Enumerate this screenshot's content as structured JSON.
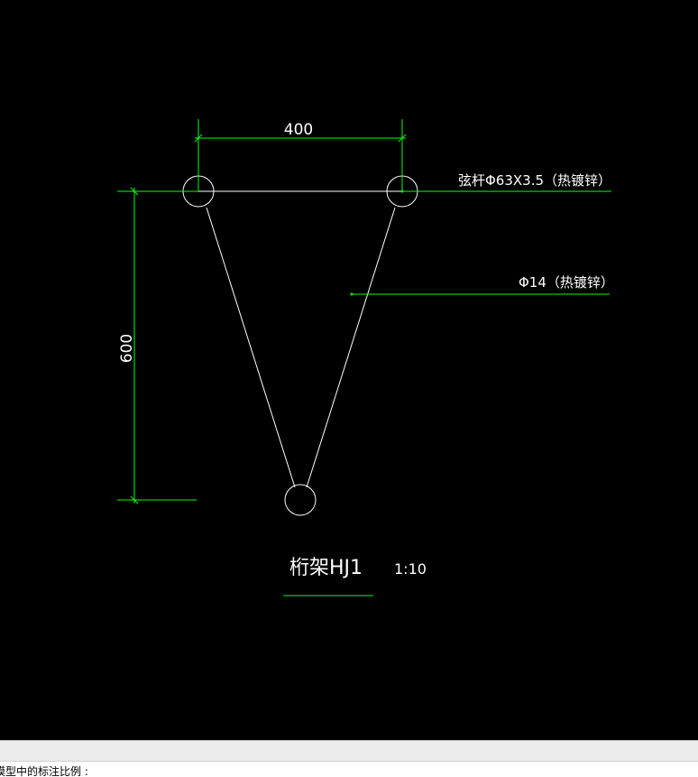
{
  "drawing": {
    "dim_width": "400",
    "dim_height": "600",
    "label_chord": "弦杆Φ63X3.5（热镀锌）",
    "label_web": "Φ14（热镀锌）",
    "title": "桁架HJ1",
    "scale": "1:10"
  },
  "colors": {
    "background": "#000000",
    "geometry": "#ffffff",
    "dimension": "#00ff00",
    "text": "#ffffff"
  },
  "command_line": {
    "text": "模型中的标注比例 :"
  }
}
